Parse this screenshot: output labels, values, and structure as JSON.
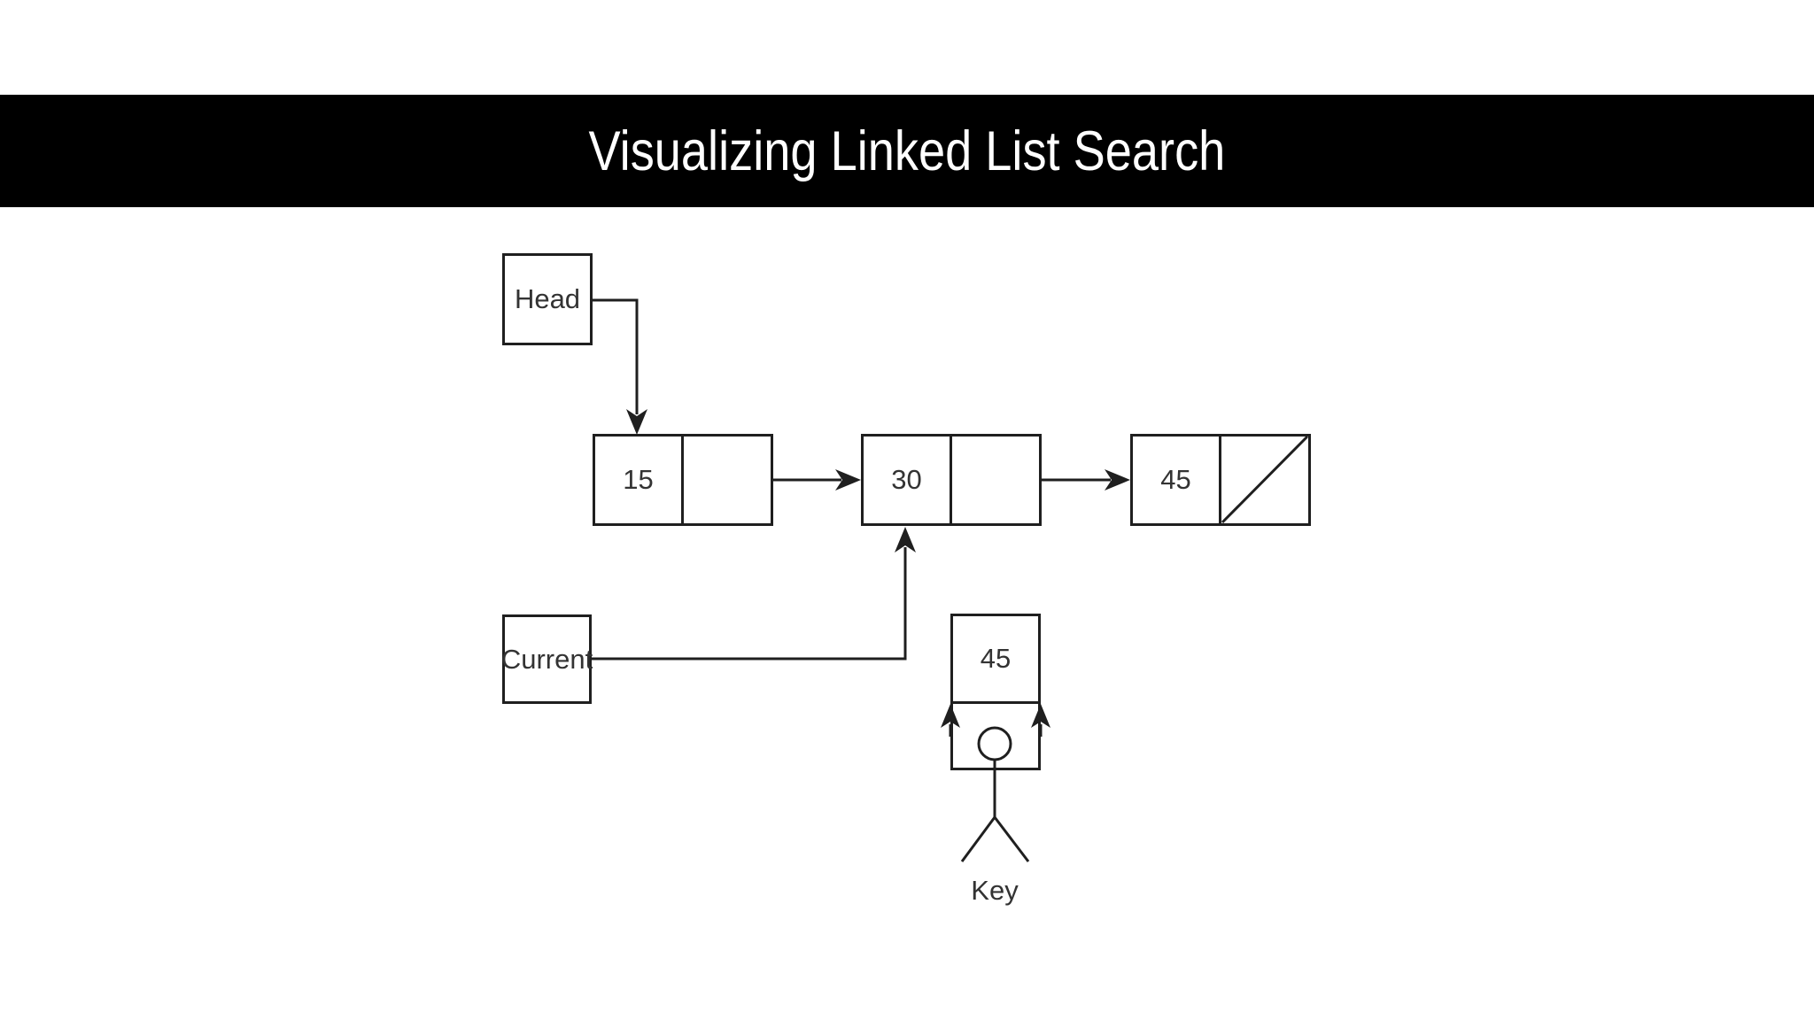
{
  "title": "Visualizing Linked List Search",
  "colors": {
    "page_background": "#ffffff",
    "banner_background": "#000000",
    "title_text": "#ffffff",
    "diagram_stroke": "#1f1f1f",
    "diagram_text": "#333333"
  },
  "diagram": {
    "head_label": "Head",
    "current_label": "Current",
    "key_label": "Key",
    "key_value": "45",
    "nodes": [
      {
        "value": "15",
        "next_is_null": false
      },
      {
        "value": "30",
        "next_is_null": false
      },
      {
        "value": "45",
        "next_is_null": true
      }
    ],
    "current_points_to": "30",
    "icons": [
      "down-arrow-icon",
      "right-arrow-icon",
      "up-arrow-icon",
      "null-slash-icon",
      "person-icon"
    ]
  }
}
